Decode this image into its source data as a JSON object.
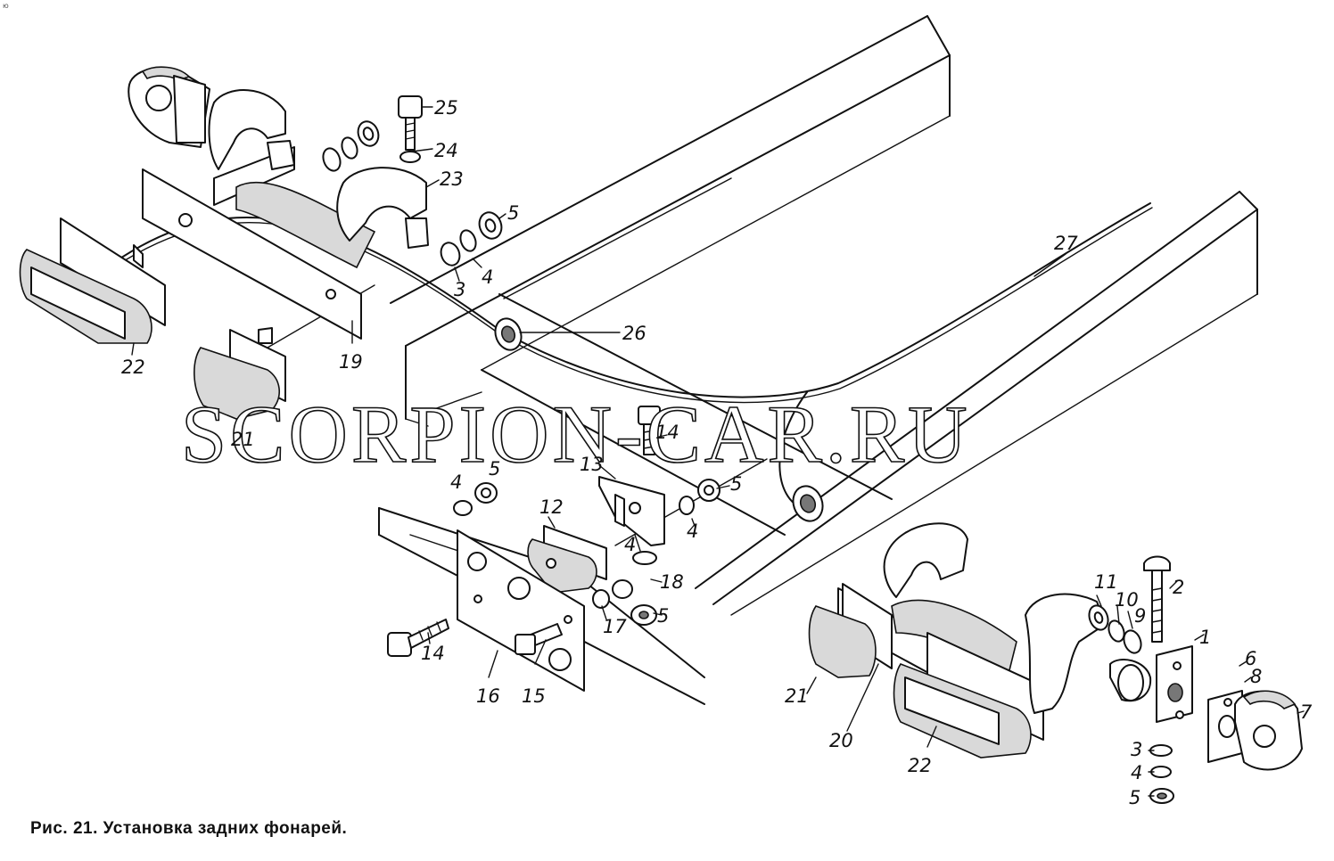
{
  "corner_mark": "ю",
  "caption": "Рис. 21. Установка задних фонарей.",
  "watermark": "SCORPION-CAR.RU",
  "callouts": {
    "c1": "1",
    "c2": "2",
    "c3a": "3",
    "c3b": "3",
    "c4a": "4",
    "c4b": "4",
    "c4c": "4",
    "c4d": "4",
    "c4e": "4",
    "c5a": "5",
    "c5b": "5",
    "c5c": "5",
    "c5d": "5",
    "c5e": "5",
    "c6": "6",
    "c7": "7",
    "c8": "8",
    "c9": "9",
    "c10": "10",
    "c11": "11",
    "c12": "12",
    "c13": "13",
    "c14a": "14",
    "c14b": "14",
    "c15": "15",
    "c16": "16",
    "c17": "17",
    "c18": "18",
    "c19": "19",
    "c20": "20",
    "c21a": "21",
    "c21b": "21",
    "c22a": "22",
    "c22b": "22",
    "c23": "23",
    "c24": "24",
    "c25": "25",
    "c26": "26",
    "c27": "27"
  }
}
